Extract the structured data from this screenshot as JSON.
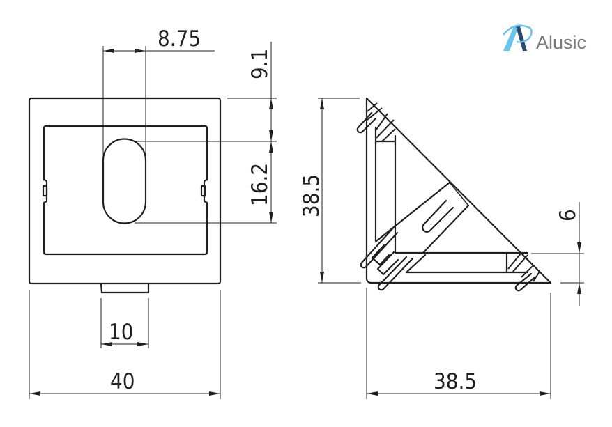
{
  "logo": {
    "brand": "Alusic",
    "colors": {
      "mark_light": "#6cc4ec",
      "mark_dark": "#2c4a6e",
      "text": "#7a7a7a"
    }
  },
  "front_view": {
    "dimensions": {
      "hole_offset_x": "8.75",
      "hole_offset_top": "9.1",
      "hole_length": "16.2",
      "tab_width": "10",
      "overall_width": "40"
    }
  },
  "side_view": {
    "dimensions": {
      "height": "38.5",
      "width": "38.5",
      "leg_thickness": "6"
    }
  },
  "colors": {
    "line": "#231f20",
    "background": "#ffffff"
  }
}
